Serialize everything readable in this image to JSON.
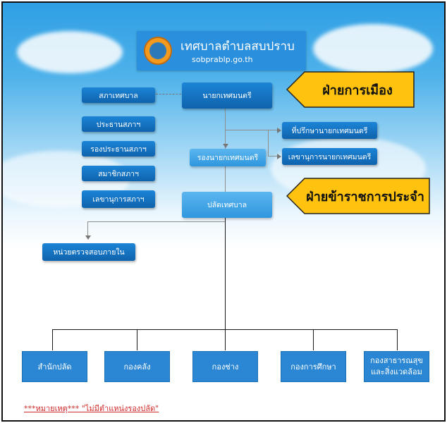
{
  "colors": {
    "box_dark": "#1c84d6",
    "box_light": "#4fb0ec",
    "callout_fill": "#ffc20e",
    "note_red": "#d12a2a",
    "sky": "#2f9fe4"
  },
  "header": {
    "title": "เทศบาลตำบลสบปราบ",
    "subtitle": "sobprablp.go.th",
    "logo_icon": "municipality-seal"
  },
  "callouts": {
    "political": "ฝ่ายการเมือง",
    "civil_service": "ฝ่ายข้าราชการประจำ"
  },
  "council": {
    "council": "สภาเทศบาล",
    "president": "ประธานสภาฯ",
    "vice_president": "รองประธานสภาฯ",
    "member": "สมาชิกสภาฯ",
    "secretary": "เลขานุการสภาฯ"
  },
  "executive": {
    "mayor": "นายกเทศมนตรี",
    "deputy_mayor": "รองนายกเทศมนตรี",
    "advisor": "ที่ปรึกษานายกเทศมนตรี",
    "mayor_secretary": "เลขานุการนายกเทศมนตรี",
    "clerk": "ปลัดเทศบาล",
    "internal_audit": "หน่วยตรวจสอบภายใน"
  },
  "departments": [
    {
      "label": "สำนักปลัด"
    },
    {
      "label": "กองคลัง"
    },
    {
      "label": "กองช่าง"
    },
    {
      "label": "กองการศึกษา"
    },
    {
      "label": "กองสาธารณสุข\nและสิ่งแวดล้อม"
    }
  ],
  "note": "***หมายเหตุ***  \"ไม่มีตำแหน่งรองปลัด\""
}
